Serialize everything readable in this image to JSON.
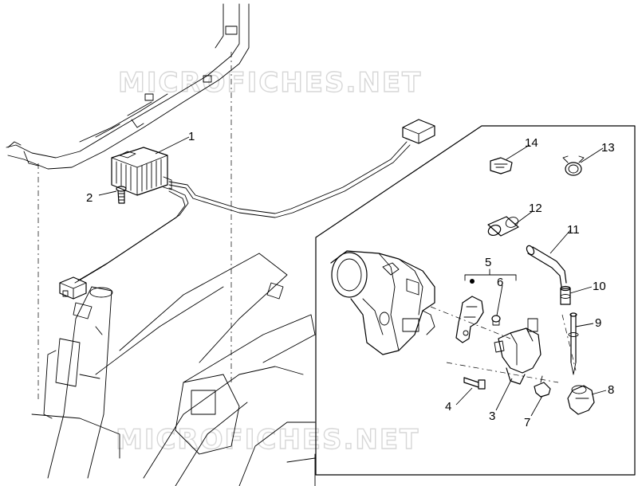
{
  "watermark": {
    "text": "MICROFICHES.NET"
  },
  "callouts": [
    {
      "num": "1"
    },
    {
      "num": "2"
    },
    {
      "num": "3"
    },
    {
      "num": "4"
    },
    {
      "num": "5"
    },
    {
      "num": "6"
    },
    {
      "num": "7"
    },
    {
      "num": "8"
    },
    {
      "num": "9"
    },
    {
      "num": "10"
    },
    {
      "num": "11"
    },
    {
      "num": "12"
    },
    {
      "num": "13"
    },
    {
      "num": "14"
    }
  ],
  "colors": {
    "line": "#000000",
    "watermark_stroke": "#d7d7d7",
    "background": "#ffffff"
  }
}
